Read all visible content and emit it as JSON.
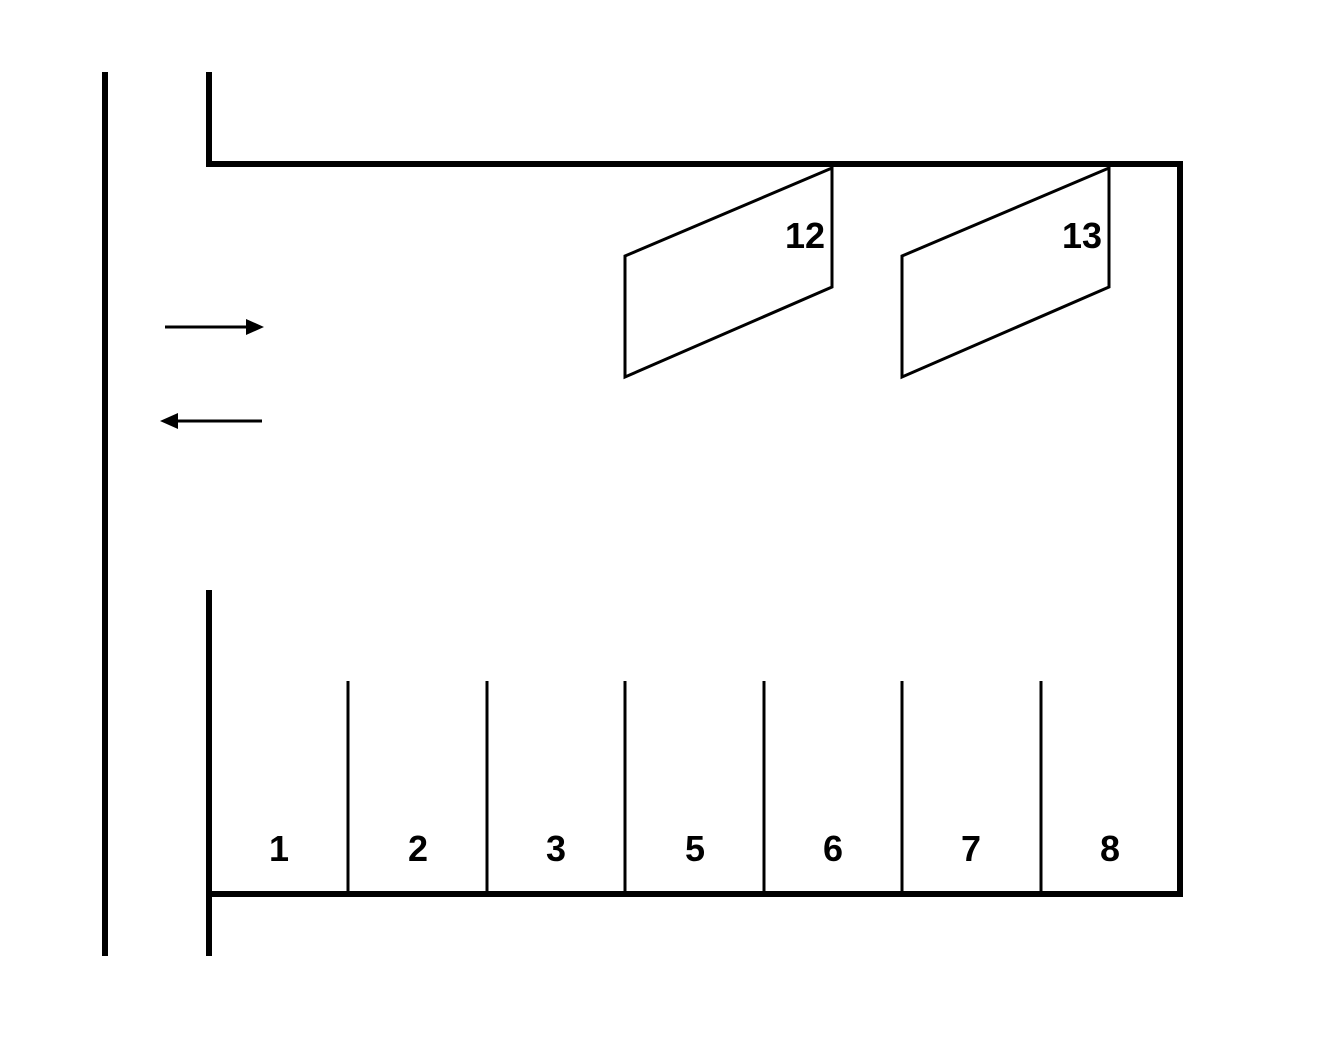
{
  "diagram": {
    "bottom_spaces": [
      {
        "number": "1"
      },
      {
        "number": "2"
      },
      {
        "number": "3"
      },
      {
        "number": "5"
      },
      {
        "number": "6"
      },
      {
        "number": "7"
      },
      {
        "number": "8"
      }
    ],
    "slanted_spaces": [
      {
        "number": "12"
      },
      {
        "number": "13"
      }
    ],
    "traffic_arrows": [
      {
        "direction": "right"
      },
      {
        "direction": "left"
      }
    ],
    "colors": {
      "line": "#000000",
      "background": "#ffffff"
    }
  }
}
